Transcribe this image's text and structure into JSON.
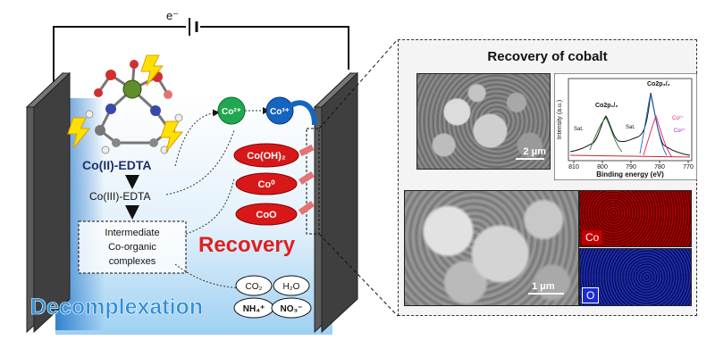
{
  "circuit": {
    "electron_label": "e⁻"
  },
  "molecule": {
    "name": "Co(II)-EDTA"
  },
  "process": {
    "species_1": "Co(II)-EDTA",
    "species_2": "Co(III)-EDTA",
    "intermediate_line1": "Intermediate",
    "intermediate_line2": "Co-organic",
    "intermediate_line3": "complexes",
    "decomplexation_label": "Decomplexation"
  },
  "ions": {
    "co2": "Co²⁺",
    "co3": "Co³⁺"
  },
  "products": [
    "Co(OH)₂",
    "Co⁰",
    "CoO"
  ],
  "recovery_label": "Recovery",
  "byproducts": [
    "CO₂",
    "H₂O",
    "NH₄⁺",
    "NO₃⁻"
  ],
  "panel": {
    "title": "Recovery of cobalt",
    "sem_top_scale": "2 μm",
    "sem_bottom_scale": "1 μm",
    "edx_co_label": "Co",
    "edx_o_label": "O"
  },
  "xps": {
    "ylabel": "Intensity (a.u.)",
    "xlabel": "Binding energy (eV)",
    "xticks": [
      "810",
      "800",
      "790",
      "780",
      "770"
    ],
    "peak_labels": [
      "Co2p₃/₂",
      "Co2p₁/₂",
      "Sat.",
      "Sat.",
      "Co²⁺",
      "Co³⁺"
    ]
  },
  "colors": {
    "co2_ion": "#1fa84f",
    "co3_ion": "#1565c0",
    "product_red": "#d81818",
    "recovery_red": "#e11f1f",
    "decomplexation_blue": "#2f8fd8",
    "electrode": "#4a4a4a",
    "solution": "#cfe8f8"
  }
}
